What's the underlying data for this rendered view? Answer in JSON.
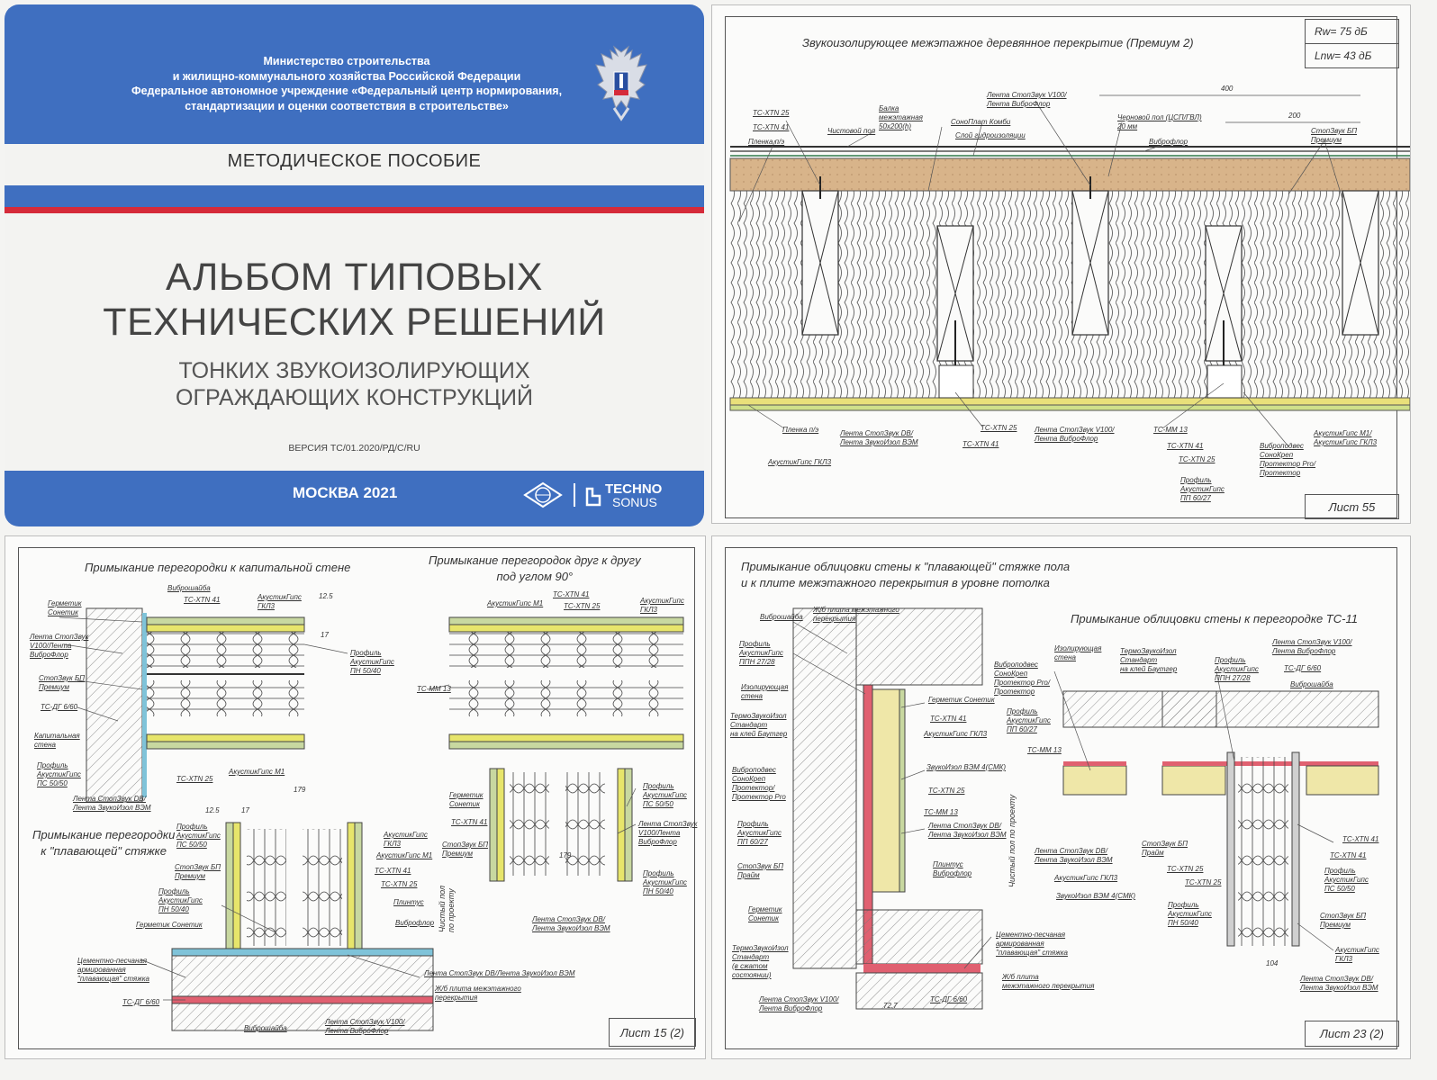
{
  "cover": {
    "ministry": "Министерство строительства\nи жилищно-коммунального хозяйства Российской Федерации\nФедеральное автономное учреждение «Федеральный центр нормирования,\nстандартизации и оценки соответствия в строительстве»",
    "method_label": "МЕТОДИЧЕСКОЕ ПОСОБИЕ",
    "title_line1": "АЛЬБОМ ТИПОВЫХ",
    "title_line2": "ТЕХНИЧЕСКИХ РЕШЕНИЙ",
    "subtitle_line1": "ТОНКИХ ЗВУКОИЗОЛИРУЮЩИХ",
    "subtitle_line2": "ОГРАЖДАЮЩИХ КОНСТРУКЦИЙ",
    "version": "ВЕРСИЯ  ТС/01.2020/РД/С/RU",
    "city_year": "МОСКВА 2021",
    "brand_line1": "TECHNO",
    "brand_line2": "SONUS",
    "colors": {
      "blue": "#3f6fc0",
      "red": "#d52b3a",
      "white": "#f3f3f1"
    }
  },
  "sheet55": {
    "title": "Звукоизолирующее межэтажное деревянное перекрытие (Премиум 2)",
    "rw": "Rw= 75 дБ",
    "lnw": "Lnw= 43 дБ",
    "sheet_no": "Лист 55",
    "labels": [
      "TC-XTN 25",
      "TC-XTN 41",
      "Пленка п/э",
      "Чистовой пол",
      "Балка\nмежэтажная\n50х200(h)",
      "СоноПлат Комби",
      "Слой гидроизоляции",
      "Лента СтопЗвук V100/\nЛента ВиброФлор",
      "Черновой пол (ЦСП/ГВЛ)\n20 мм",
      "Виброфлор",
      "400",
      "200",
      "СтопЗвук БП\nПремиум",
      "Пленка п/э",
      "АкустикГипс ГКЛ3",
      "Лента СтопЗвук DB/\nЛента ЗвукоИзол ВЭМ",
      "TC-XTN 25",
      "TC-XTN 41",
      "Лента СтопЗвук V100/\nЛента ВиброФлор",
      "TC-MM 13",
      "TC-XTN 41",
      "TC-XTN 25",
      "Профиль\nАкустикГипс\nПП 60/27",
      "Виброподвес\nСоноКреп\nПротектор Pro/\nПротектор",
      "АкустикГипс М1/\nАкустикГипс ГКЛ3"
    ]
  },
  "sheet15": {
    "title1": "Примыкание перегородки к капитальной стене",
    "title2": "Примыкание перегородок друг к другу\nпод углом 90°",
    "title3": "Примыкание перегородки\nк \"плавающей\" стяжке",
    "floor_note": "Чистый пол\nпо проекту",
    "sheet_no": "Лист 15 (2)",
    "labels": [
      "Виброшайба",
      "TC-XTN 41",
      "Герметик\nСонетик",
      "АкустикГипс\nГКЛ3",
      "Лента СтопЗвук\nV100/Лента\nВиброФлор",
      "СтопЗвук БП\nПремиум",
      "TC-ДГ 6/60",
      "Капитальная\nстена",
      "Профиль\nАкустикГипс\nПС 50/50",
      "Лента СтопЗвук DB/\nЛента ЗвукоИзол ВЭМ",
      "TC-XTN 25",
      "АкустикГипс М1",
      "Профиль\nАкустикГипс\nПН 50/40",
      "179",
      "АкустикГипс М1",
      "TC-XTN 41",
      "TC-XTN 25",
      "АкустикГипс\nГКЛ3",
      "TC-MM 13",
      "Герметик\nСонетик",
      "TC-XTN 41",
      "СтопЗвук БП\nПремиум",
      "Профиль\nАкустикГипс\nПС 50/50",
      "Лента СтопЗвук\nV100/Лента\nВиброФлор",
      "Профиль\nАкустикГипс\nПН 50/40",
      "Лента СтопЗвук DB/\nЛента ЗвукоИзол ВЭМ",
      "179",
      "Профиль\nАкустикГипс\nПС 50/50",
      "СтопЗвук БП\nПремиум",
      "Профиль\nАкустикГипс\nПН 50/40",
      "Герметик Сонетик",
      "АкустикГипс\nГКЛ3",
      "АкустикГипс М1",
      "TC-XTN 41",
      "TC-XTN 25",
      "Плинтус",
      "Виброфлор",
      "Цементно-песчаная\nармированная\n\"плавающая\" стяжка",
      "TC-ДГ 6/60",
      "Лента СтопЗвук DB/Лента ЗвукоИзол ВЭМ",
      "Ж/б плита межэтажного\nперекрытия",
      "Виброшайба",
      "Лента СтопЗвук V100/\nЛента ВиброФлор",
      "12.5",
      "17",
      "12.5",
      "17"
    ]
  },
  "sheet23": {
    "title1": "Примыкание облицовки стены к \"плавающей\" стяжке пола\nи к плите межэтажного перекрытия в уровне потолка",
    "title2": "Примыкание облицовки стены к перегородке ТС-11",
    "floor_note": "Чистый пол по проекту",
    "sheet_no": "Лист 23 (2)",
    "labels": [
      "Виброшайба",
      "Ж/б плита межэтажного\nперекрытия",
      "Профиль\nАкустикГипс\nППН 27/28",
      "Изолирующая\nстена",
      "ТермоЗвукоИзол\nСтандарт\nна клей Баутгер",
      "Виброподвес\nСоноКреп\nПротектор/\nПротектор Pro",
      "Профиль\nАкустикГипс\nПП 60/27",
      "СтопЗвук БП\nПрайм",
      "Герметик\nСонетик",
      "ТермоЗвукоИзол\nСтандарт\n(в сжатом\nсостоянии)",
      "Лента СтопЗвук V100/\nЛента ВиброФлор",
      "TC-ДГ 6/60",
      "72.7",
      "Герметик Сонетик",
      "TC-XTN 41",
      "АкустикГипс ГКЛ3",
      "ЗвукоИзол ВЭМ 4(СМК)",
      "TC-XTN 25",
      "TC-MM 13",
      "Лента СтопЗвук DB/\nЛента ЗвукоИзол ВЭМ",
      "Плинтус\nВиброфлор",
      "Цементно-песчаная\nармированная\n\"плавающая\" стяжка",
      "Ж/б плита\nмежэтажного перекрытия",
      "Изолирующая\nстена",
      "ТермоЗвукоИзол\nСтандарт\nна клей Баутгер",
      "Виброподвес\nСоноКреп\nПротектор Pro/\nПротектор",
      "Профиль\nАкустикГипс\nППН 27/28",
      "Лента СтопЗвук V100/\nЛента ВиброФлор",
      "TC-ДГ 6/60",
      "Виброшайба",
      "Профиль\nАкустикГипс\nПП 60/27",
      "TC-MM 13",
      "Лента СтопЗвук DB/\nЛента ЗвукоИзол ВЭМ",
      "АкустикГипс ГКЛ3",
      "ЗвукоИзол ВЭМ 4(СМК)",
      "СтопЗвук БП\nПрайм",
      "TC-XTN 25",
      "TC-XTN 25",
      "Профиль\nАкустикГипс\nПН 50/40",
      "TC-XTN 41",
      "TC-XTN 41",
      "Профиль\nАкустикГипс\nПС 50/50",
      "СтопЗвук БП\nПремиум",
      "АкустикГипс\nГКЛ3",
      "Лента СтопЗвук DB/\nЛента ЗвукоИзол ВЭМ",
      "104"
    ]
  }
}
